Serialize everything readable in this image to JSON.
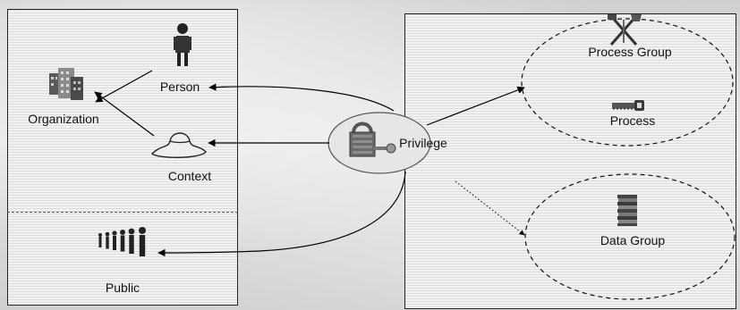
{
  "labels": {
    "organization": "Organization",
    "person": "Person",
    "context": "Context",
    "public": "Public",
    "privilege": "Privilege",
    "process_group": "Process Group",
    "process": "Process",
    "data_group": "Data Group"
  },
  "icons": {
    "organization": "building-icon",
    "person": "person-icon",
    "context": "hat-icon",
    "public": "crowd-icon",
    "privilege": "padlock-key-icon",
    "process_group": "tools-icon",
    "process": "saw-icon",
    "data_group": "document-stack-icon"
  },
  "colors": {
    "panel_border": "#222222",
    "arrow": "#000000",
    "icon_dark": "#3a3a3a",
    "icon_mid": "#7a7a7a",
    "ellipse_fill": "#e9e9e9"
  }
}
